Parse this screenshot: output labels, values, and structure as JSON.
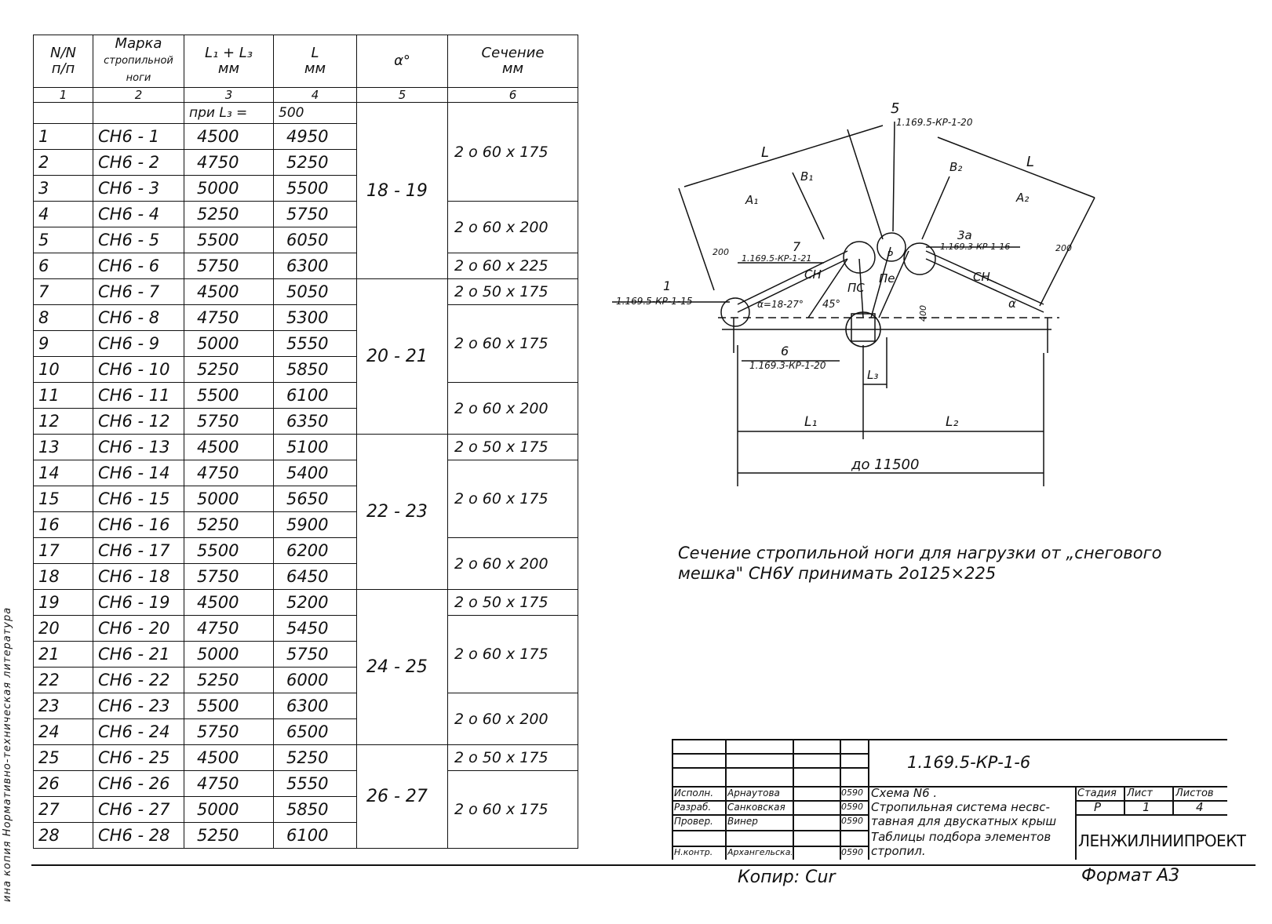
{
  "margin": {
    "text": "ина копия  Нормативно-техническая литература"
  },
  "table": {
    "headers": [
      {
        "l1": "N/N",
        "l2": "п/п"
      },
      {
        "l1": "Марка",
        "l2": "стропильной",
        "l3": "ноги"
      },
      {
        "l1": "L₁ + L₃",
        "l2": "мм"
      },
      {
        "l1": "L",
        "l2": "мм"
      },
      {
        "l1": "α°",
        "l2": ""
      },
      {
        "l1": "Сечение",
        "l2": "мм"
      }
    ],
    "col_numbers": [
      "1",
      "2",
      "3",
      "4",
      "5",
      "6"
    ],
    "note_row": {
      "prefix": "при  L₃ =",
      "value": "500"
    },
    "rows": [
      {
        "n": "1",
        "mark": "СН6 - 1",
        "l13": "4500",
        "l": "4950"
      },
      {
        "n": "2",
        "mark": "СН6 - 2",
        "l13": "4750",
        "l": "5250"
      },
      {
        "n": "3",
        "mark": "СН6 - 3",
        "l13": "5000",
        "l": "5500"
      },
      {
        "n": "4",
        "mark": "СН6 - 4",
        "l13": "5250",
        "l": "5750"
      },
      {
        "n": "5",
        "mark": "СН6 - 5",
        "l13": "5500",
        "l": "6050"
      },
      {
        "n": "6",
        "mark": "СН6 - 6",
        "l13": "5750",
        "l": "6300"
      },
      {
        "n": "7",
        "mark": "СН6 - 7",
        "l13": "4500",
        "l": "5050"
      },
      {
        "n": "8",
        "mark": "СН6 - 8",
        "l13": "4750",
        "l": "5300"
      },
      {
        "n": "9",
        "mark": "СН6 - 9",
        "l13": "5000",
        "l": "5550"
      },
      {
        "n": "10",
        "mark": "СН6 - 10",
        "l13": "5250",
        "l": "5850"
      },
      {
        "n": "11",
        "mark": "СН6 - 11",
        "l13": "5500",
        "l": "6100"
      },
      {
        "n": "12",
        "mark": "СН6 - 12",
        "l13": "5750",
        "l": "6350"
      },
      {
        "n": "13",
        "mark": "СН6 - 13",
        "l13": "4500",
        "l": "5100"
      },
      {
        "n": "14",
        "mark": "СН6 - 14",
        "l13": "4750",
        "l": "5400"
      },
      {
        "n": "15",
        "mark": "СН6 - 15",
        "l13": "5000",
        "l": "5650"
      },
      {
        "n": "16",
        "mark": "СН6 - 16",
        "l13": "5250",
        "l": "5900"
      },
      {
        "n": "17",
        "mark": "СН6 - 17",
        "l13": "5500",
        "l": "6200"
      },
      {
        "n": "18",
        "mark": "СН6 - 18",
        "l13": "5750",
        "l": "6450"
      },
      {
        "n": "19",
        "mark": "СН6 - 19",
        "l13": "4500",
        "l": "5200"
      },
      {
        "n": "20",
        "mark": "СН6 - 20",
        "l13": "4750",
        "l": "5450"
      },
      {
        "n": "21",
        "mark": "СН6 - 21",
        "l13": "5000",
        "l": "5750"
      },
      {
        "n": "22",
        "mark": "СН6 - 22",
        "l13": "5250",
        "l": "6000"
      },
      {
        "n": "23",
        "mark": "СН6 - 23",
        "l13": "5500",
        "l": "6300"
      },
      {
        "n": "24",
        "mark": "СН6 - 24",
        "l13": "5750",
        "l": "6500"
      },
      {
        "n": "25",
        "mark": "СН6 - 25",
        "l13": "4500",
        "l": "5250"
      },
      {
        "n": "26",
        "mark": "СН6 - 26",
        "l13": "4750",
        "l": "5550"
      },
      {
        "n": "27",
        "mark": "СН6 - 27",
        "l13": "5000",
        "l": "5850"
      },
      {
        "n": "28",
        "mark": "СН6 - 28",
        "l13": "5250",
        "l": "6100"
      }
    ],
    "angles": [
      "18 - 19",
      "20 - 21",
      "22 - 23",
      "24 - 25",
      "26 - 27"
    ],
    "sections": [
      "2 о 60 х 175",
      "2 о 60 х 200",
      "2 о 60 х 225",
      "2 о 50 х 175",
      "2 о 60 х 175",
      "2 о 60 х 200",
      "2 о 50 х 175",
      "2 о 60 х 175",
      "2 о 60 х 200",
      "2 о 50 х 175",
      "2 о 60 х 175",
      "2 о 60 х 200",
      "2 о 50 х 175",
      "2 о 60 х 175"
    ]
  },
  "drawing": {
    "ref5_num": "5",
    "ref5_code": "1.169.5-КР-1-20",
    "ref7_num": "7",
    "ref7_code": "1.169.5-КР-1-21",
    "ref3a_num": "3а",
    "ref3a_code": "1.169.3-КР-1-16",
    "ref1_num": "1",
    "ref1_code": "1.169.5-КР-1-15",
    "ref6_num": "6",
    "ref6_code": "1.169.3-КР-1-20",
    "label_L": "L",
    "label_A1": "А₁",
    "label_B1": "В₁",
    "label_A2": "А₂",
    "label_B2": "В₂",
    "label_200": "200",
    "label_400": "400",
    "label_CH": "СН",
    "label_PS": "ПС",
    "label_P": "Р",
    "label_Pe": "Пе",
    "label_alpha_range": "α=18-27°",
    "label_45": "45°",
    "label_alpha": "α",
    "label_L1": "L₁",
    "label_L2": "L₂",
    "label_L3": "L₃",
    "label_span": "до 11500"
  },
  "note": {
    "line1": "Сечение  стропильной ноги для нагрузки от „снегового",
    "line2": "мешка\" СН6У  принимать 2о125×225"
  },
  "title_block": {
    "code": "1.169.5-КР-1-6",
    "roles": [
      "Исполн.",
      "Разраб.",
      "Провер.",
      "",
      "Н.контр."
    ],
    "names": [
      "Арнаутова",
      "Санковская",
      "Винер",
      "",
      "Архангельская"
    ],
    "dates": [
      "0590",
      "0590",
      "0590",
      "",
      "0590"
    ],
    "desc": [
      "Схема N6 .",
      "Стропильная система несвс-",
      "тавная для двускатных крыш",
      "Таблицы подбора элементов",
      "стропил."
    ],
    "stage_header": "Стадия",
    "sheet_header": "Лист",
    "sheets_header": "Листов",
    "stage": "Р",
    "sheet": "1",
    "sheets": "4",
    "org": "ЛЕНЖИЛНИИПРОЕКТ"
  },
  "footer": {
    "copy": "Копир:",
    "copy_sign": "Cur",
    "format": "Формат А3"
  }
}
